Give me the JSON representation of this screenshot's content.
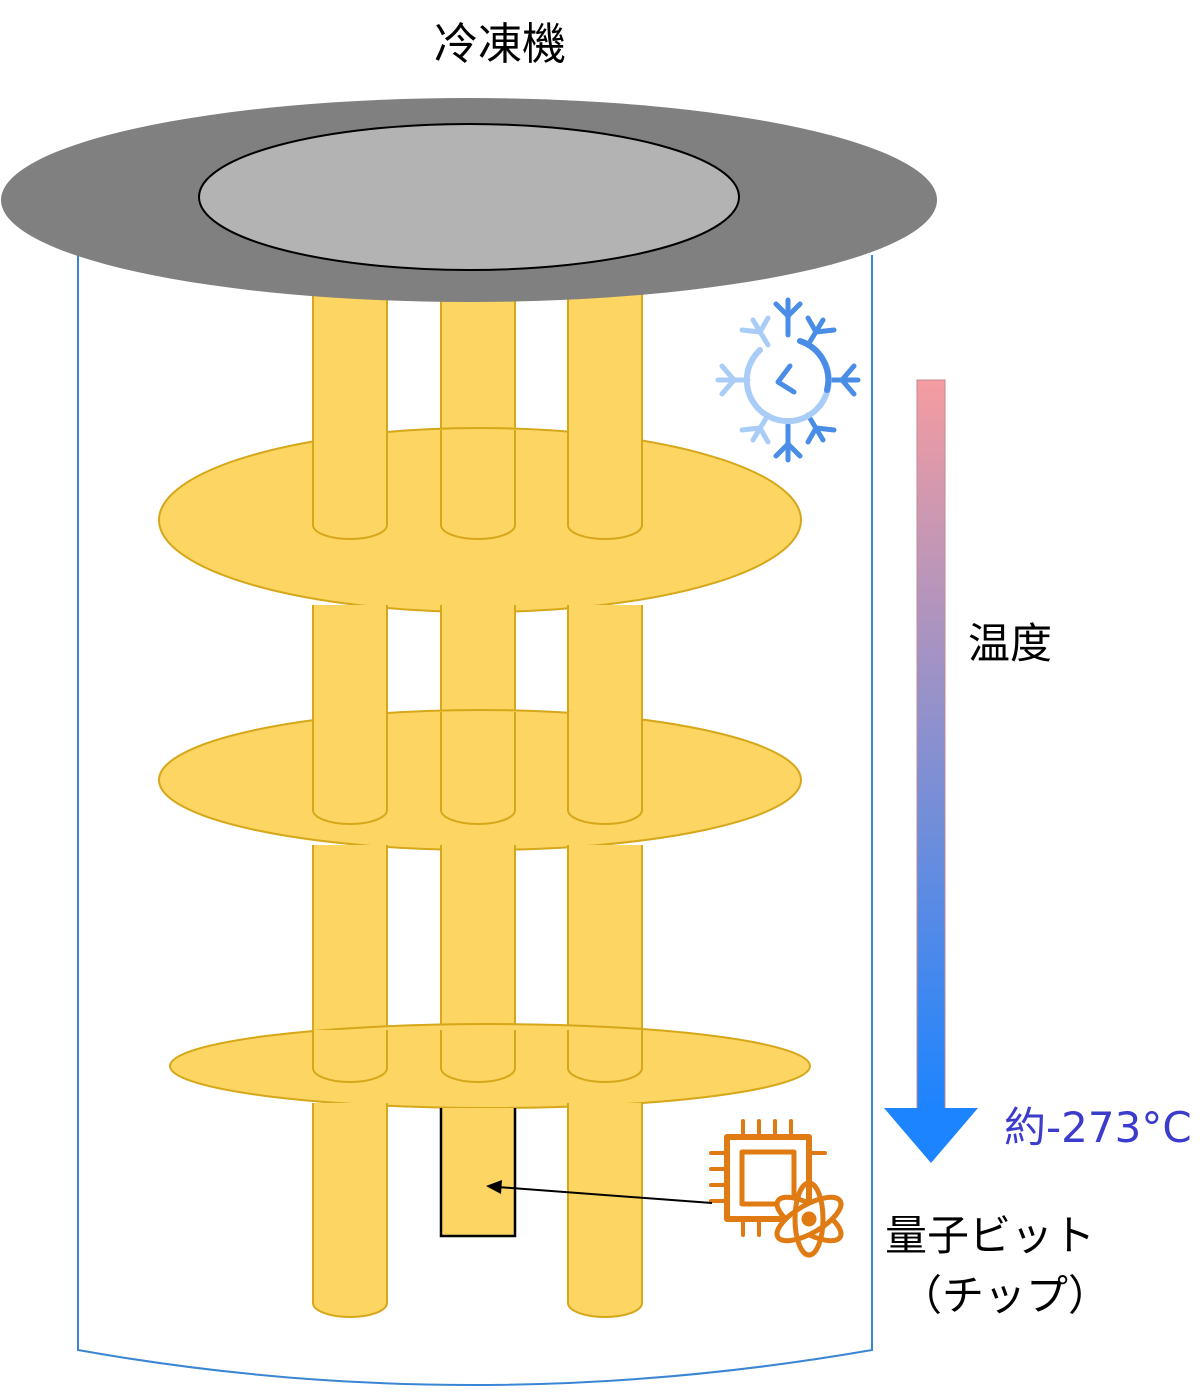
{
  "labels": {
    "refrigerator": "冷凍機",
    "temperature": "温度",
    "min_temp": "約-273°C",
    "qubit_line1": "量子ビット",
    "qubit_line2": "（チップ）"
  },
  "icons": {
    "cooling": "snowflake-timer-icon",
    "qubit": "processor-atom-icon"
  },
  "colors": {
    "gold_fill": "#fcd562",
    "gold_stroke": "#d6a719",
    "outer_plate": "#808080",
    "inner_plate": "#b3b3b3",
    "vessel_stroke": "#3a86d4",
    "arrow_top": "#f59ca0",
    "arrow_bottom": "#1c84ff",
    "snowflake": "#6aa5f0",
    "chip": "#e07a12",
    "min_temp_text": "#3b3bcc"
  }
}
